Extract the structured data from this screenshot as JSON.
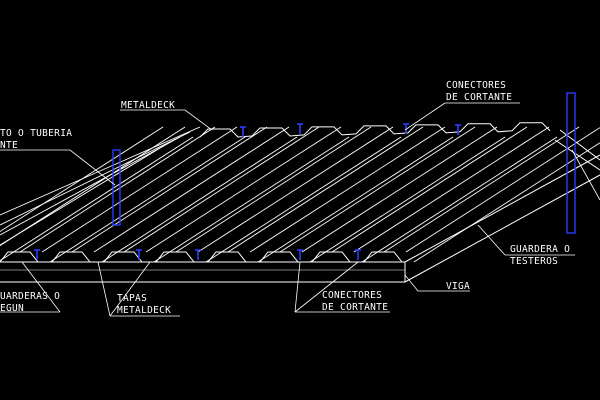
{
  "labels": {
    "metaldeck": "METALDECK",
    "conectores_top_1": "CONECTORES",
    "conectores_top_2": "DE CORTANTE",
    "ducto_1": "TO O TUBERIA",
    "ducto_2": "NTE",
    "guardera_1": "GUARDERA O",
    "guardera_2": "TESTEROS",
    "viga": "VIGA",
    "conectores_bottom_1": "CONECTORES",
    "conectores_bottom_2": "DE CORTANTE",
    "tapas_1": "TAPAS",
    "tapas_2": "METALDECK",
    "guarderas_left_1": "UARDERAS O",
    "guarderas_left_2": "EGUN"
  },
  "colors": {
    "background": "#000000",
    "lines": "#ffffff",
    "connectors": "#2a3cff",
    "text": "#ffffff"
  }
}
